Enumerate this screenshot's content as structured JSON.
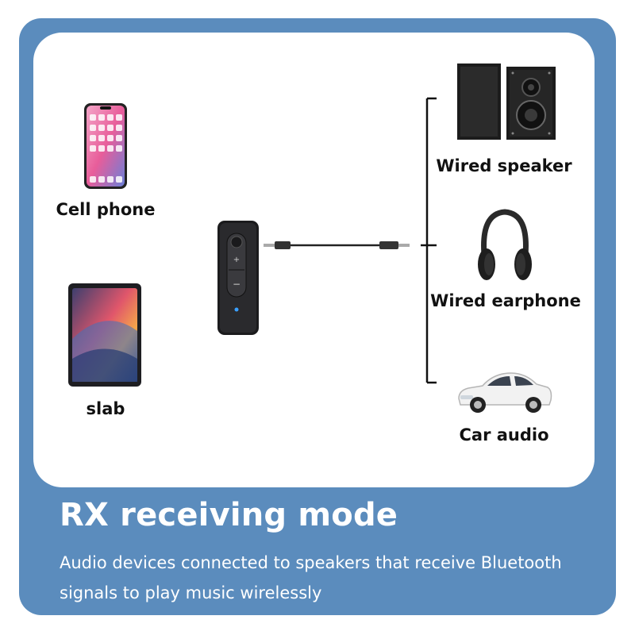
{
  "sources": [
    {
      "label": "Cell phone",
      "icon": "smartphone-icon"
    },
    {
      "label": "slab",
      "icon": "tablet-icon"
    }
  ],
  "outputs": [
    {
      "label": "Wired speaker",
      "icon": "speakers-icon"
    },
    {
      "label": "Wired earphone",
      "icon": "headphones-icon"
    },
    {
      "label": "Car audio",
      "icon": "car-icon"
    }
  ],
  "device": {
    "icon": "bluetooth-receiver-icon",
    "cable_icon": "aux-cable-icon"
  },
  "footer": {
    "title": "RX receiving mode",
    "description_lines": [
      "Audio devices connected to speakers that receive Bluetooth",
      "signals to play music wirelessly"
    ]
  },
  "colors": {
    "frame": "#5b8cbd",
    "panel": "#ffffff",
    "text_dark": "#111111",
    "text_light": "#ffffff"
  }
}
